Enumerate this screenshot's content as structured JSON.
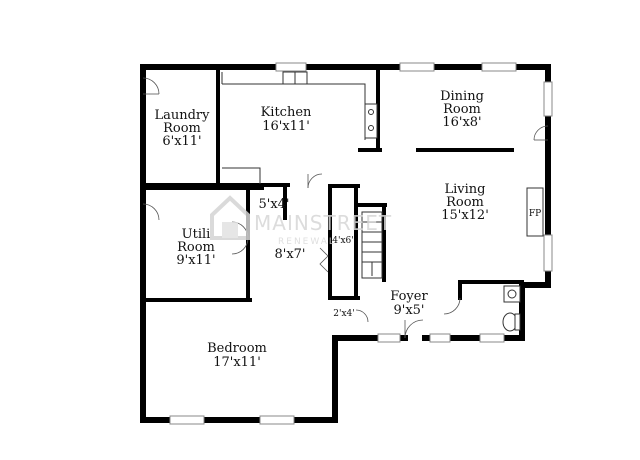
{
  "rooms": {
    "laundry": {
      "name_l1": "Laundry",
      "name_l2": "Room",
      "dims": "6'x11'"
    },
    "kitchen": {
      "name": "Kitchen",
      "dims": "16'x11'"
    },
    "dining": {
      "name_l1": "Dining",
      "name_l2": "Room",
      "dims": "16'x8'"
    },
    "living": {
      "name_l1": "Living",
      "name_l2": "Room",
      "dims": "15'x12'"
    },
    "fireplace": {
      "label": "FP"
    },
    "closet_5x4": {
      "dims": "5'x4'"
    },
    "utility": {
      "name_l1": "Utili",
      "name_l2": "Room",
      "dims": "9'x11'"
    },
    "hall": {
      "dims": "8'x7'"
    },
    "stair_closet": {
      "dims": "4'x6'"
    },
    "closet_2x4": {
      "dims": "2'x4'"
    },
    "foyer": {
      "name": "Foyer",
      "dims": "9'x5'"
    },
    "bedroom": {
      "name": "Bedroom",
      "dims": "17'x11'"
    }
  },
  "watermark": {
    "text": "MAINSTREET",
    "sub": "RENEWAL",
    "icon": "house-logo-icon"
  }
}
